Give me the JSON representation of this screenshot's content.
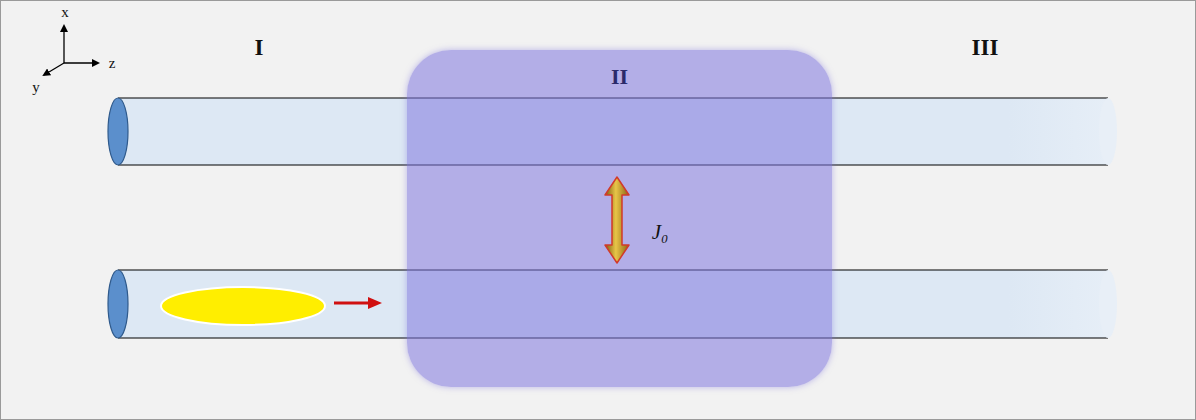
{
  "diagram": {
    "nodes": [
      {
        "text": [
          "II"
        ]
      }
    ],
    "labels": [
      "x",
      "y",
      "z",
      "I",
      "III",
      "J₀"
    ]
  }
}
